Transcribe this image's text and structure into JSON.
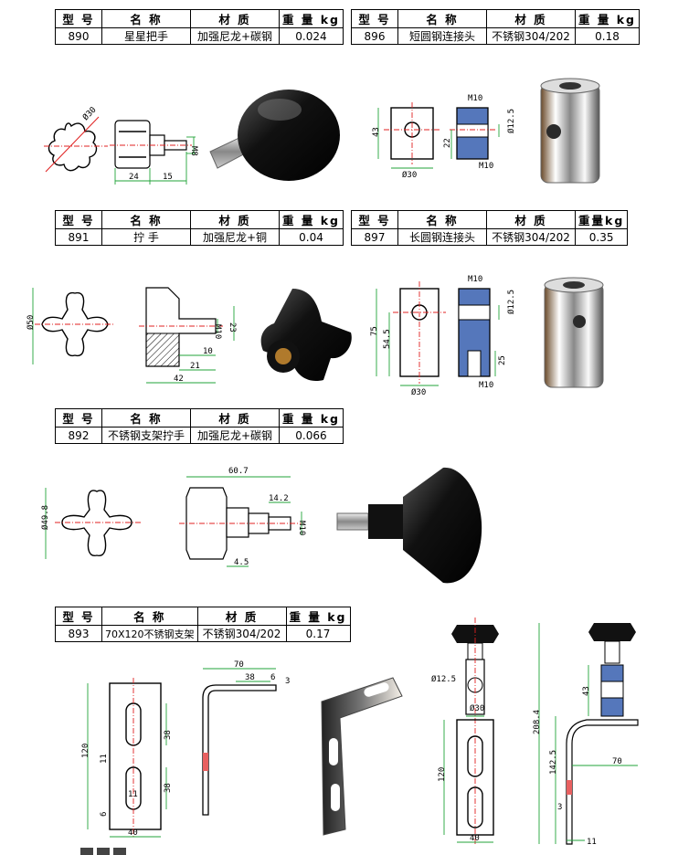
{
  "headers": {
    "model": "型 号",
    "name": "名  称",
    "material": "材  质",
    "weight": "重 量 kg",
    "weight_compact": "重量kg"
  },
  "products": [
    {
      "model": "890",
      "name": "星星把手",
      "material": "加强尼龙+碳钢",
      "weight": "0.024"
    },
    {
      "model": "896",
      "name": "短圆钢连接头",
      "material": "不锈钢304/202",
      "weight": "0.18"
    },
    {
      "model": "891",
      "name": "拧 手",
      "material": "加强尼龙+铜",
      "weight": "0.04"
    },
    {
      "model": "897",
      "name": "长圆钢连接头",
      "material": "不锈钢304/202",
      "weight": "0.35"
    },
    {
      "model": "892",
      "name": "不锈钢支架拧手",
      "material": "加强尼龙+碳钢",
      "weight": "0.066"
    },
    {
      "model": "893",
      "name": "70X120不锈钢支架",
      "material": "不锈钢304/202",
      "weight": "0.17"
    }
  ],
  "dimensions": {
    "p890": {
      "dia": "Ø30",
      "thread": "M8",
      "len_a": "24",
      "len_b": "15"
    },
    "p896": {
      "height": "43",
      "top_thread": "M10",
      "bore": "Ø12.5",
      "depth": "22",
      "bottom_thread": "M10",
      "width": "Ø30"
    },
    "p891": {
      "dia": "Ø50",
      "thread": "M10",
      "height": "23",
      "len_a": "10",
      "len_b": "21",
      "total": "42"
    },
    "p897": {
      "top_thread": "M10",
      "bore": "Ø12.5",
      "height": "75",
      "mid": "54.5",
      "depth": "25",
      "bottom_thread": "M10",
      "width": "Ø30"
    },
    "p892": {
      "dia": "Ø49.8",
      "total": "60.7",
      "shank": "14.2",
      "thread": "M10",
      "gap": "4.5"
    },
    "p893": {
      "width": "40",
      "height": "120",
      "slot": "38",
      "slot_b": "38",
      "gap": "11",
      "gap_b": "11",
      "edge": "6",
      "arm": "70",
      "top": "38",
      "thick": "6",
      "lip": "3"
    },
    "assembly": {
      "bore": "Ø12.5",
      "dia": "Ø30",
      "height": "120",
      "width": "40",
      "total": "208.4",
      "mid": "142.5",
      "gap": "43",
      "arm": "70",
      "thick": "3",
      "foot": "11"
    }
  }
}
